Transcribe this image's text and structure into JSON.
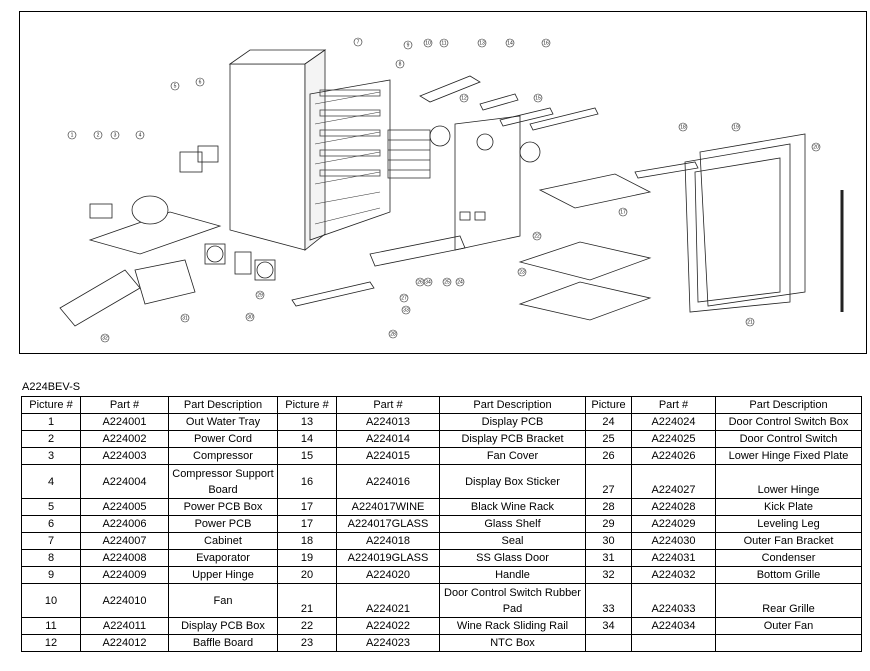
{
  "model": "A224BEV-S",
  "headers": [
    "Picture #",
    "Part #",
    "Part Description",
    "Picture #",
    "Part #",
    "Part Description",
    "Picture",
    "Part #",
    "Part Description"
  ],
  "rows": [
    [
      "1",
      "A224001",
      "Out Water Tray",
      "13",
      "A224013",
      "Display PCB",
      "24",
      "A224024",
      "Door Control Switch Box"
    ],
    [
      "2",
      "A224002",
      "Power Cord",
      "14",
      "A224014",
      "Display PCB Bracket",
      "25",
      "A224025",
      "Door Control Switch"
    ],
    [
      "3",
      "A224003",
      "Compressor",
      "15",
      "A224015",
      "Fan Cover",
      "26",
      "A224026",
      "Lower Hinge Fixed Plate"
    ],
    [
      "4",
      "A224004",
      "Compressor Support Board",
      "16",
      "A224016",
      "Display Box Sticker",
      "27",
      "A224027",
      "Lower Hinge"
    ],
    [
      "5",
      "A224005",
      "Power PCB Box",
      "17",
      "A224017WINE",
      "Black Wine Rack",
      "28",
      "A224028",
      "Kick Plate"
    ],
    [
      "6",
      "A224006",
      "Power PCB",
      "17",
      "A224017GLASS",
      "Glass Shelf",
      "29",
      "A224029",
      "Leveling Leg"
    ],
    [
      "7",
      "A224007",
      "Cabinet",
      "18",
      "A224018",
      "Seal",
      "30",
      "A224030",
      "Outer Fan Bracket"
    ],
    [
      "8",
      "A224008",
      "Evaporator",
      "19",
      "A224019GLASS",
      "SS Glass Door",
      "31",
      "A224031",
      "Condenser"
    ],
    [
      "9",
      "A224009",
      "Upper Hinge",
      "20",
      "A224020",
      "Handle",
      "32",
      "A224032",
      "Bottom Grille"
    ],
    [
      "10",
      "A224010",
      "Fan",
      "21",
      "A224021",
      "Door Control Switch Rubber Pad",
      "33",
      "A224033",
      "Rear Grille"
    ],
    [
      "11",
      "A224011",
      "Display PCB Box",
      "22",
      "A224022",
      "Wine Rack Sliding Rail",
      "34",
      "A224034",
      "Outer Fan"
    ],
    [
      "12",
      "A224012",
      "Baffle Board",
      "23",
      "A224023",
      "NTC Box",
      "",
      "",
      " "
    ]
  ],
  "callouts": [
    "1",
    "2",
    "3",
    "4",
    "5",
    "6",
    "7",
    "8",
    "9",
    "10",
    "11",
    "12",
    "13",
    "14",
    "15",
    "16",
    "17",
    "18",
    "19",
    "20",
    "21",
    "22",
    "23",
    "24",
    "25",
    "26",
    "27",
    "28",
    "29",
    "30",
    "31",
    "32",
    "33",
    "34"
  ]
}
